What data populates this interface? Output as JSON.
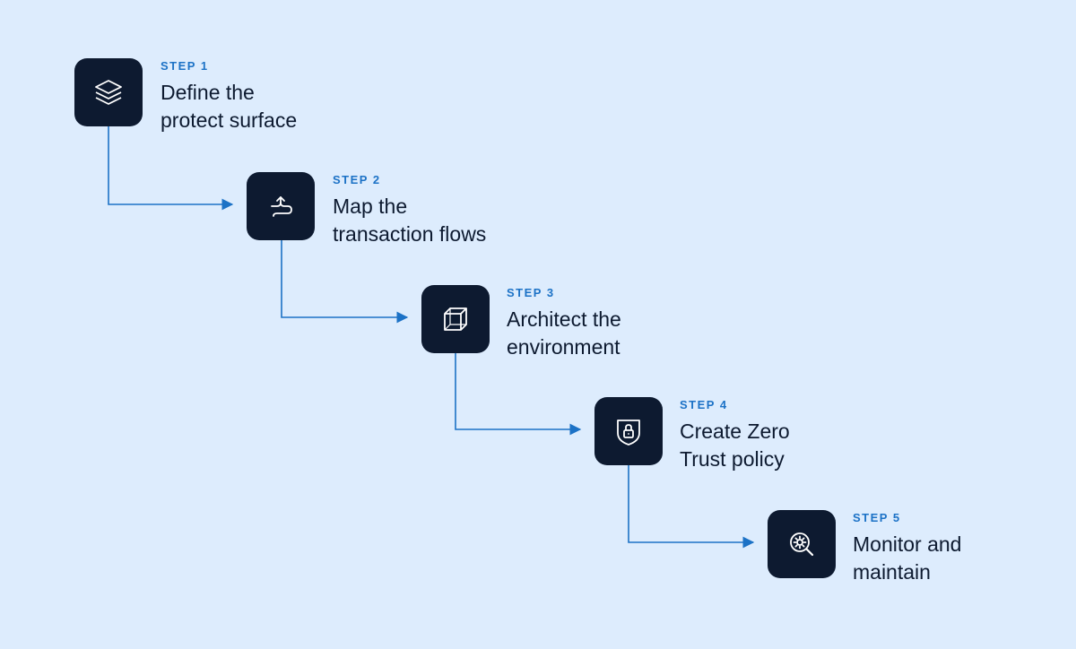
{
  "colors": {
    "background": "#ddecfd",
    "icon_tile": "#0d1a30",
    "step_label": "#1c72c6",
    "connector": "#1c72c6",
    "title_text": "#0d1a30"
  },
  "steps": [
    {
      "label": "STEP 1",
      "title": "Define the\nprotect surface",
      "icon": "layers-icon"
    },
    {
      "label": "STEP 2",
      "title": "Map the\ntransaction flows",
      "icon": "flow-path-icon"
    },
    {
      "label": "STEP 3",
      "title": "Architect the\nenvironment",
      "icon": "cube-icon"
    },
    {
      "label": "STEP 4",
      "title": "Create Zero\nTrust policy",
      "icon": "shield-lock-icon"
    },
    {
      "label": "STEP 5",
      "title": "Monitor and\nmaintain",
      "icon": "search-gear-icon"
    }
  ]
}
